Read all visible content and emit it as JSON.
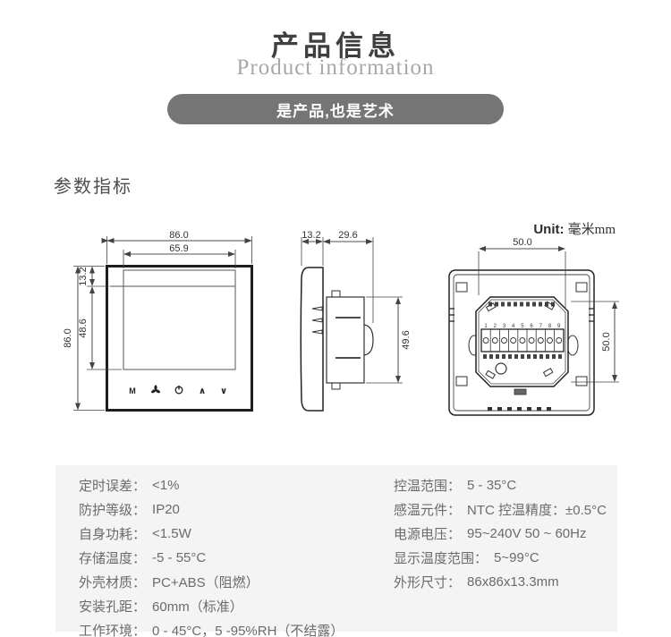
{
  "header": {
    "title": "产品信息",
    "subtitle": "Product information",
    "banner": "是产品,也是艺术"
  },
  "section": {
    "heading": "参数指标",
    "unit_prefix": "Unit:",
    "unit_value": "毫米mm"
  },
  "drawings": {
    "front": {
      "dim_width": "86.0",
      "dim_screen_width": "65.9",
      "dim_height": "86.0",
      "dim_top": "13.2",
      "dim_screen_height": "48.6",
      "icon_mode": "M",
      "icon_up": "∧",
      "icon_down": "∨"
    },
    "side": {
      "dim_panel_depth": "13.2",
      "dim_body_depth": "29.6",
      "dim_body_height": "49.6"
    },
    "back": {
      "dim_hole_width": "50.0",
      "dim_hole_height": "50.0",
      "terminals": [
        "1",
        "2",
        "3",
        "4",
        "5",
        "6",
        "7",
        "8",
        "9"
      ]
    }
  },
  "specs": {
    "colon": "：",
    "left": [
      {
        "label": "定时误差",
        "value": "<1%"
      },
      {
        "label": "防护等级",
        "value": "IP20"
      },
      {
        "label": "自身功耗",
        "value": "<1.5W"
      },
      {
        "label": "存储温度",
        "value": "-5 - 55°C"
      },
      {
        "label": "外壳材质",
        "value": "PC+ABS（阻燃）"
      },
      {
        "label": "安装孔距",
        "value": "60mm（标准）"
      },
      {
        "label": "工作环境",
        "value": "0 - 45°C，5 -95%RH（不结露）"
      }
    ],
    "right": [
      {
        "label": "控温范围",
        "value": "5 - 35°C"
      },
      {
        "label": "感温元件",
        "value": "NTC 控温精度：±0.5°C"
      },
      {
        "label": "电源电压",
        "value": "95~240V 50 ~ 60Hz"
      },
      {
        "label": "显示温度范围",
        "value": "5~99°C"
      },
      {
        "label": "外形尺寸",
        "value": "86x86x13.3mm"
      }
    ]
  },
  "colors": {
    "banner_bg": "#757575",
    "panel_bg": "#f4f4f4",
    "line": "#2a2a2a",
    "dim_line": "#444444"
  }
}
